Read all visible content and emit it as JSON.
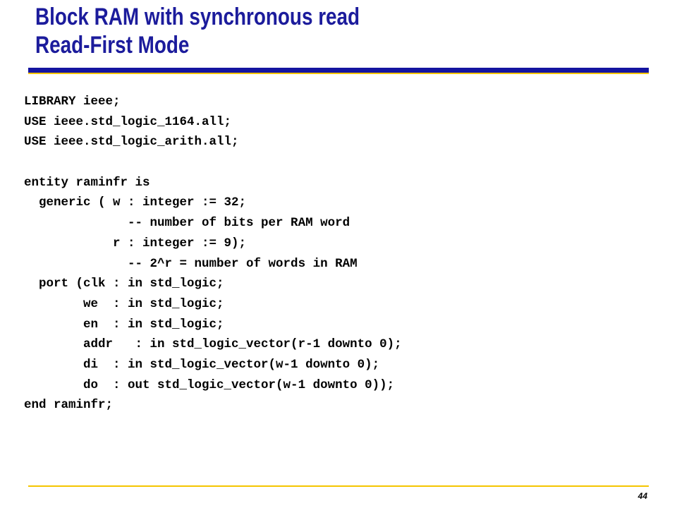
{
  "slide": {
    "title_line1": "Block RAM with synchronous read",
    "title_line2": "Read-First Mode",
    "title_color": "#1c1c9c",
    "rule_color": "#1414a0",
    "accent_color": "#f5c500",
    "page_number": "44"
  },
  "code": {
    "lines": [
      "LIBRARY ieee;",
      "USE ieee.std_logic_1164.all;",
      "USE ieee.std_logic_arith.all;",
      "",
      "entity raminfr is",
      "  generic ( w : integer := 32;",
      "              -- number of bits per RAM word",
      "            r : integer := 9);",
      "              -- 2^r = number of words in RAM",
      "  port (clk : in std_logic;",
      "        we  : in std_logic;",
      "        en  : in std_logic;",
      "        addr   : in std_logic_vector(r-1 downto 0);",
      "        di  : in std_logic_vector(w-1 downto 0);",
      "        do  : out std_logic_vector(w-1 downto 0));",
      "end raminfr;"
    ]
  }
}
